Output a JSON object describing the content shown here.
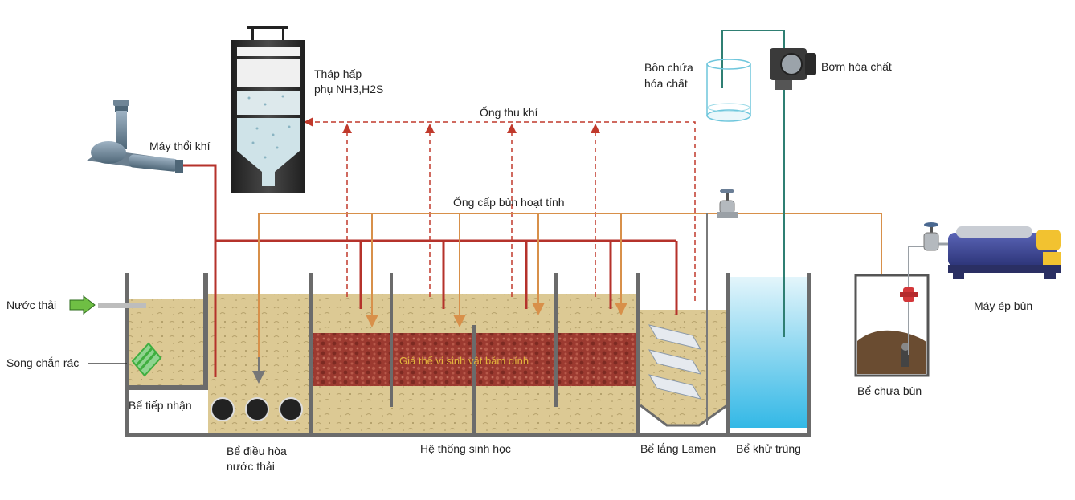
{
  "labels": {
    "inlet": "Nước thải",
    "screen": "Song chắn rác",
    "receiving_tank": "Bể tiếp nhận",
    "equalization_tank_l1": "Bể điều hòa",
    "equalization_tank_l2": "nước thải",
    "biological_system": "Hệ thống sinh học",
    "lamella_settler": "Bể lắng Lamen",
    "disinfection_tank": "Bể khử trùng",
    "sludge_tank": "Bể chưa bùn",
    "sludge_press": "Máy ép bùn",
    "blower": "Máy thổi khí",
    "scrubber_l1": "Tháp hấp",
    "scrubber_l2": "phụ NH3,H2S",
    "gas_pipe": "Ống thu khí",
    "ras_pipe": "Ống cấp bùn hoạt tính",
    "chem_tank_l1": "Bồn chứa",
    "chem_tank_l2": "hóa chất",
    "chem_pump": "Bơm hóa chất",
    "media": "Giá thể vi sinh vật bám dính"
  },
  "colors": {
    "air_pipe": "#b5322b",
    "gas_pipe_dashed": "#c0392b",
    "ras_pipe": "#d8904a",
    "chem_pipe": "#2f7f73",
    "water": "#d8c690",
    "media_fill": "#9e3a32",
    "disinfection_water": "#58c8ea",
    "tank_wall": "#555555"
  }
}
